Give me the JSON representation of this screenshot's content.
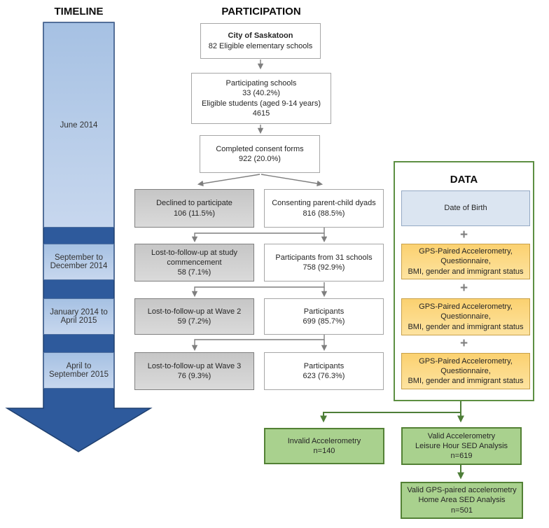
{
  "headers": {
    "timeline": "TIMELINE",
    "participation": "PARTICIPATION",
    "data": "DATA"
  },
  "timeline_segments": [
    {
      "label": "June 2014"
    },
    {
      "label": "September to\nDecember 2014"
    },
    {
      "label": "January 2014 to\nApril 2015"
    },
    {
      "label": "April to\nSeptember 2015"
    }
  ],
  "flow": {
    "city": {
      "title": "City of Saskatoon",
      "subtitle": "82 Eligible elementary schools"
    },
    "schools": "Participating schools\n33 (40.2%)\nEligible students (aged 9-14 years)\n4615",
    "consent": "Completed consent forms\n922 (20.0%)",
    "declined": "Declined to participate\n106 (11.5%)",
    "dyads": "Consenting parent-child dyads\n816 (88.5%)",
    "lost_commencement": "Lost-to-follow-up at study\ncommencement\n58 (7.1%)",
    "participants_w1": "Participants from 31 schools\n758 (92.9%)",
    "lost_wave2": "Lost-to-follow-up at Wave 2\n59 (7.2%)",
    "participants_w2": "Participants\n699 (85.7%)",
    "lost_wave3": "Lost-to-follow-up at Wave 3\n76 (9.3%)",
    "participants_w3": "Participants\n623 (76.3%)"
  },
  "data_panel": {
    "date_of_birth": "Date of Birth",
    "plus": "+",
    "wave1": "GPS-Paired Accelerometry,\nQuestionnaire,\nBMI, gender and immigrant status",
    "wave2": "GPS-Paired Accelerometry,\nQuestionnaire,\nBMI, gender and immigrant status",
    "wave3": "GPS-Paired Accelerometry,\nQuestionnaire,\nBMI, gender and immigrant status"
  },
  "outcomes": {
    "invalid": "Invalid Accelerometry\nn=140",
    "valid_leisure": "Valid Accelerometry\nLeisure Hour SED Analysis\nn=619",
    "valid_home": "Valid GPS-paired accelerometry\nHome Area SED Analysis\nn=501"
  },
  "colors": {
    "timeline_light": "#b5cbea",
    "timeline_dark": "#2e5a9c",
    "box_gray": "#d0d0d0",
    "box_white": "#ffffff",
    "box_blue": "#dbe5f1",
    "box_orange": "#fcd36f",
    "box_green": "#a9d18e",
    "green_border": "#538135",
    "connector_gray": "#7f7f7f",
    "connector_green": "#4e7e38"
  }
}
